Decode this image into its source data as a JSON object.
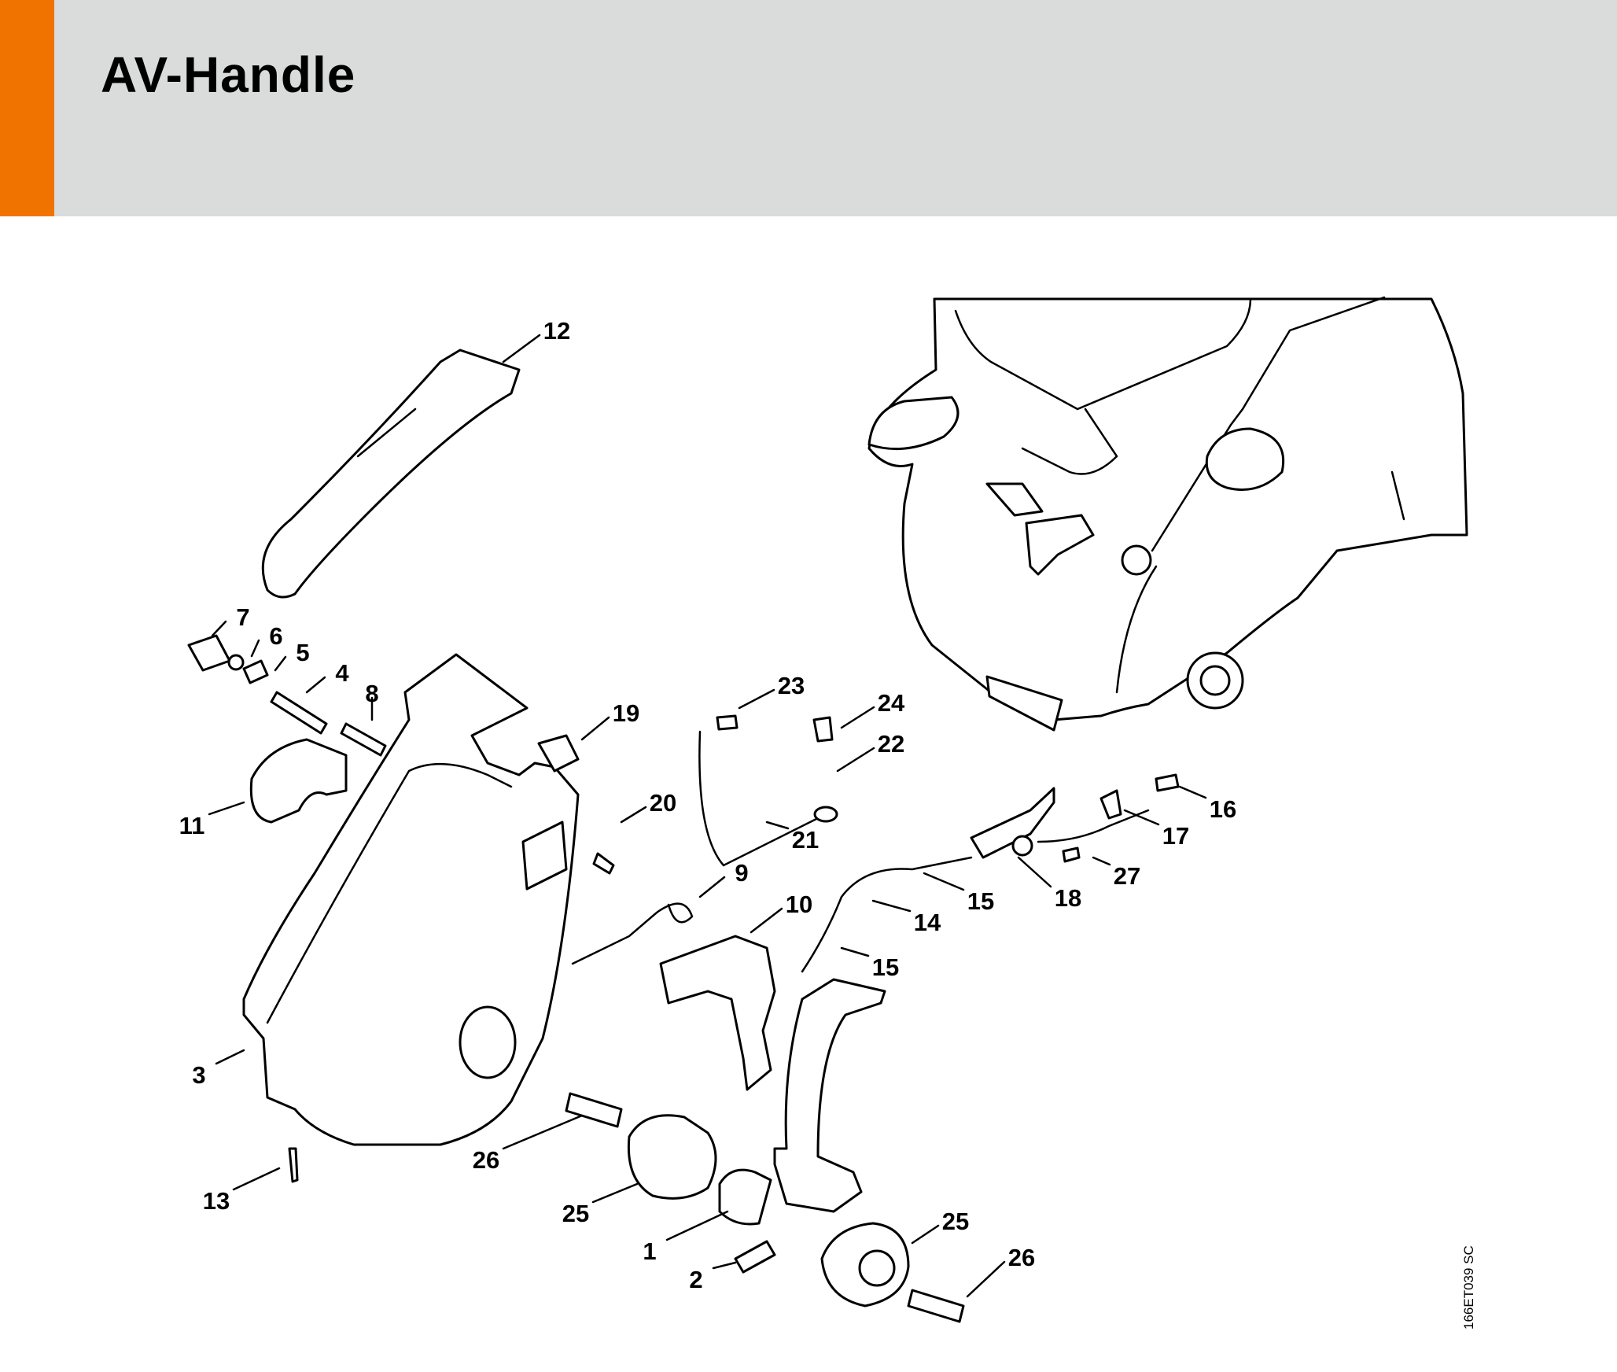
{
  "header": {
    "title": "AV-Handle",
    "accent_color": "#f07300",
    "background_color": "#dadbdb"
  },
  "diagram": {
    "drawing_code": "166ET039 SC",
    "callouts": [
      "12",
      "7",
      "6",
      "5",
      "4",
      "8",
      "19",
      "11",
      "20",
      "23",
      "24",
      "22",
      "21",
      "16",
      "17",
      "27",
      "18",
      "15",
      "14",
      "15",
      "9",
      "10",
      "3",
      "26",
      "25",
      "13",
      "1",
      "2",
      "25",
      "26"
    ]
  }
}
